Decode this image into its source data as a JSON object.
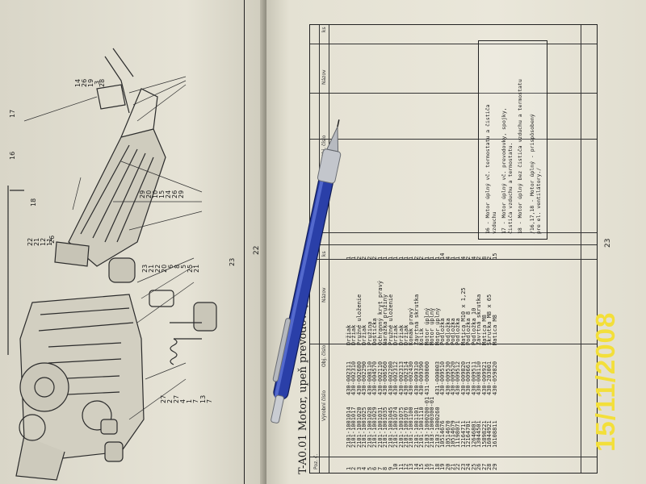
{
  "left_page": {
    "page_number": "22",
    "callout_groups": [
      {
        "labels": [
          "14",
          "26",
          "19",
          "3",
          "28"
        ]
      },
      {
        "labels": [
          "17"
        ]
      },
      {
        "labels": [
          "16"
        ]
      },
      {
        "labels": [
          "29",
          "20",
          "10",
          "15",
          "24",
          "26",
          "29"
        ]
      },
      {
        "labels": [
          "18"
        ]
      },
      {
        "labels": [
          "22",
          "21",
          "12",
          "11"
        ]
      },
      {
        "labels": [
          "26"
        ]
      },
      {
        "labels": [
          "23",
          "21",
          "22",
          "20",
          "6",
          "8",
          "5",
          "25",
          "21"
        ]
      },
      {
        "labels": [
          "23"
        ]
      },
      {
        "labels": [
          "13",
          "7"
        ]
      },
      {
        "labels": [
          "27",
          "2",
          "27",
          "4",
          "1",
          "7"
        ]
      }
    ]
  },
  "right_page": {
    "page_number": "23",
    "title": "T-A0.01 Motor, upeň      prevodovky",
    "headers": {
      "pos": "Poz. č.",
      "vyrobni": "Výrobní číslo",
      "objednaci": "Obj. číslo",
      "nazov": "Názov",
      "ks": "ks",
      "obj2": "Obj. číslo",
      "nazov2": "Názov",
      "ks2": "ks"
    },
    "rows": [
      {
        "pos": "1",
        "vyrobni": "2101-1001014",
        "obj": "430-002311",
        "nazov": "Držiak",
        "ks": "1"
      },
      {
        "pos": "2",
        "vyrobni": "2101-1001017",
        "obj": "430-002310",
        "nazov": "Držiak",
        "ks": "1"
      },
      {
        "pos": "3",
        "vyrobni": "2101-1001020",
        "obj": "430-002680",
        "nazov": "Pružné uloženie",
        "ks": "2"
      },
      {
        "pos": "4",
        "vyrobni": "2101-1001025",
        "obj": "430-002290",
        "nazov": "Držiak",
        "ks": "2"
      },
      {
        "pos": "5",
        "vyrobni": "2101-1001028",
        "obj": "430-008110",
        "nazov": "Pružina",
        "ks": "2"
      },
      {
        "pos": "6",
        "vyrobni": "2101-1001029",
        "obj": "430-004570",
        "nazov": "Doštička",
        "ks": "2"
      },
      {
        "pos": "7",
        "vyrobni": "2101-1001031",
        "obj": "430-002110",
        "nazov": "Ochranný kryt pravý",
        "ks": "1"
      },
      {
        "pos": "8",
        "vyrobni": "2101-1001035",
        "obj": "430-006560",
        "nazov": "Narážka pružiny",
        "ks": "1"
      },
      {
        "pos": "9",
        "vyrobni": "2101-1001045",
        "obj": "430-002280",
        "nazov": "Pružné uloženie",
        "ks": "1"
      },
      {
        "pos": "10",
        "vyrobni": "2101-1001074",
        "obj": "430-002312",
        "nazov": "Držiak",
        "ks": "1"
      },
      {
        "pos": "11",
        "vyrobni": "2101-1001075",
        "obj": "430-002313",
        "nazov": "Držiak",
        "ks": "1"
      },
      {
        "pos": "12",
        "vyrobni": "2101-1001076",
        "obj": "430-002314",
        "nazov": "Držiak",
        "ks": "1"
      },
      {
        "pos": "13",
        "vyrobni": "2101-1001100",
        "obj": "430-002430",
        "nazov": "Konák pravý",
        "ks": "1"
      },
      {
        "pos": "14",
        "vyrobni": "2101-1001101",
        "obj": "430-009310",
        "nazov": "Závrtná skrutka",
        "ks": "2"
      },
      {
        "pos": "15",
        "vyrobni": "2101-1001110",
        "obj": "430-009390",
        "nazov": "Kolík",
        "ks": "2"
      },
      {
        "pos": "16",
        "vyrobni": "2103-1000200-01",
        "obj": "431-000000",
        "nazov": "Motor úplný",
        "ks": "1"
      },
      {
        "pos": "17",
        "vyrobni": "2103-1000300-01",
        "obj": "",
        "nazov": "Motor úplný",
        "ks": "1"
      },
      {
        "pos": "18",
        "vyrobni": "2103-1000260",
        "obj": "431-000003",
        "nazov": "Motor úplný",
        "ks": "1"
      },
      {
        "pos": "19",
        "vyrobni": "10514676",
        "obj": "430-009510",
        "nazov": "Podložka",
        "ks": "14"
      },
      {
        "pos": "20",
        "vyrobni": "10514670",
        "obj": "430-009530",
        "nazov": "Podložka",
        "ks": "4"
      },
      {
        "pos": "21",
        "vyrobni": "10514679",
        "obj": "430-009520",
        "nazov": "Podložka",
        "ks": "1"
      },
      {
        "pos": "22",
        "vyrobni": "11198071",
        "obj": "430-009512",
        "nazov": "Podložka",
        "ks": "1"
      },
      {
        "pos": "23",
        "vyrobni": "12164711",
        "obj": "430-009820",
        "nazov": "Matica M10 x 1,25",
        "ks": "4"
      },
      {
        "pos": "24",
        "vyrobni": "12164701",
        "obj": "430-009661",
        "nazov": "Podložka 8",
        "ks": "2"
      },
      {
        "pos": "25",
        "vyrobni": "12646801",
        "obj": "430-009511",
        "nazov": "Podložka 10",
        "ks": "4"
      },
      {
        "pos": "26",
        "vyrobni": "13044501",
        "obj": "430-008110",
        "nazov": "Závrtná skrutka",
        "ks": "2"
      },
      {
        "pos": "27",
        "vyrobni": "15898221",
        "obj": "430-009921",
        "nazov": "Matica M8",
        "ks": "8"
      },
      {
        "pos": "28",
        "vyrobni": "16044921",
        "obj": "430-203001",
        "nazov": "Skrutka M8 x 65",
        "ks": "2"
      },
      {
        "pos": "29",
        "vyrobni": "16108811",
        "obj": "430-059820",
        "nazov": "Matica M8",
        "ks": "15"
      }
    ],
    "notes": [
      "16 - Motor úplný vč. termostatu a čističa",
      "       vzduchu",
      "17 - Motor úplný vč. prevodovky, spojky,",
      "       čističa vzduchu a termostatu.",
      "18 - Motor úplný bez čističa vzduchu a termostatu",
      "/16,17,18 - Motor úplný - prispôsobený",
      "       pre el. ventilátory./"
    ]
  },
  "timestamp": "15/11/2008",
  "colors": {
    "stamp": "#f3df3a",
    "pen_body": "#2a3fa8",
    "paper": "#e6e3d6"
  }
}
